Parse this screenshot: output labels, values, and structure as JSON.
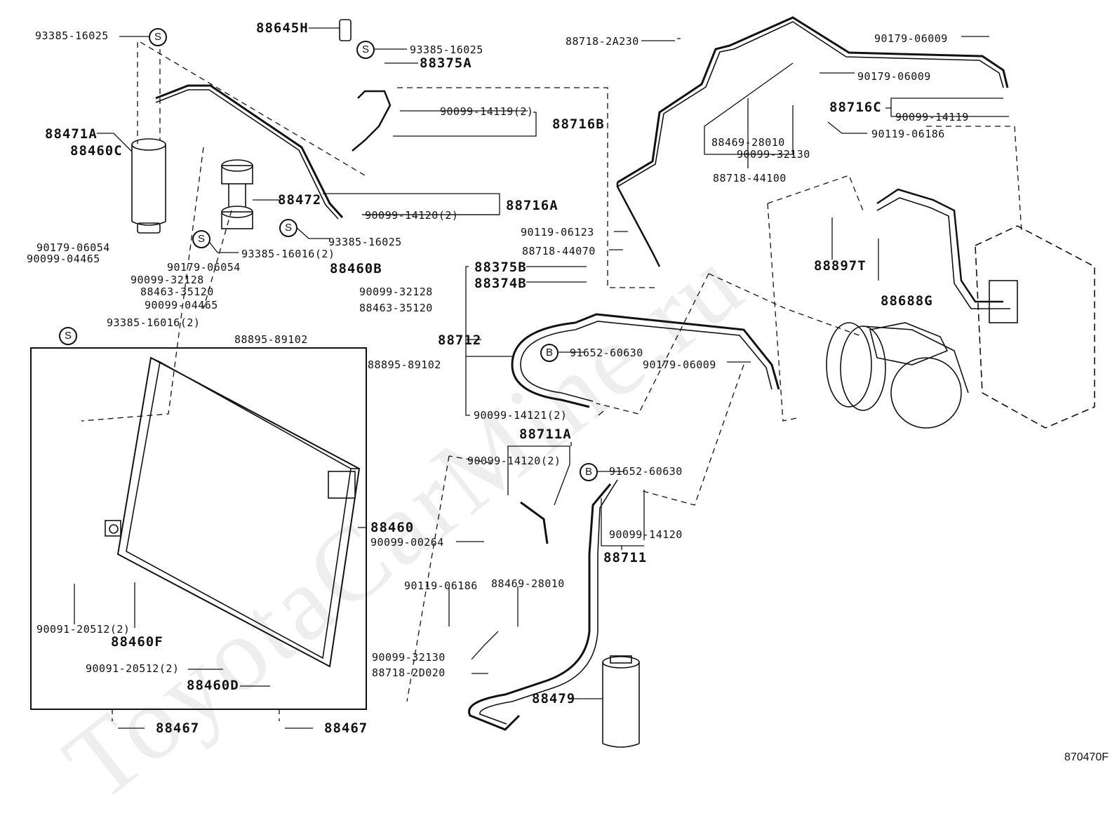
{
  "diagram": {
    "title": "Air conditioner - condenser, piping and compressor parts diagram",
    "watermark": "ToyotaCarMine.ru",
    "reference_code": "870470F",
    "symbols": {
      "S": "S",
      "B": "B"
    },
    "labels": [
      {
        "id": "l1",
        "text": "93385-16025"
      },
      {
        "id": "l2",
        "text": "88645H"
      },
      {
        "id": "l3",
        "text": "93385-16025"
      },
      {
        "id": "l4",
        "text": "88375A"
      },
      {
        "id": "l5",
        "text": "90099-14119(2)"
      },
      {
        "id": "l6",
        "text": "88716B"
      },
      {
        "id": "l7",
        "text": "88471A"
      },
      {
        "id": "l8",
        "text": "88460C"
      },
      {
        "id": "l9",
        "text": "88472"
      },
      {
        "id": "l10",
        "text": "90099-14120(2)"
      },
      {
        "id": "l11",
        "text": "88716A"
      },
      {
        "id": "l12",
        "text": "93385-16025"
      },
      {
        "id": "l13",
        "text": "93385-16016(2)"
      },
      {
        "id": "l14",
        "text": "90179-06054"
      },
      {
        "id": "l15",
        "text": "90099-04465"
      },
      {
        "id": "l16",
        "text": "90179-06054"
      },
      {
        "id": "l17",
        "text": "88460B"
      },
      {
        "id": "l18",
        "text": "90099-32128"
      },
      {
        "id": "l19",
        "text": "88463-35120"
      },
      {
        "id": "l20",
        "text": "90099-04465"
      },
      {
        "id": "l21",
        "text": "90099-32128"
      },
      {
        "id": "l22",
        "text": "88463-35120"
      },
      {
        "id": "l23",
        "text": "93385-16016(2)"
      },
      {
        "id": "l24",
        "text": "88895-89102"
      },
      {
        "id": "l25",
        "text": "88895-89102"
      },
      {
        "id": "l26",
        "text": "88718-2A230"
      },
      {
        "id": "l27",
        "text": "90179-06009"
      },
      {
        "id": "l28",
        "text": "90179-06009"
      },
      {
        "id": "l29",
        "text": "88716C"
      },
      {
        "id": "l30",
        "text": "90099-14119"
      },
      {
        "id": "l31",
        "text": "88469-28010"
      },
      {
        "id": "l32",
        "text": "90099-32130"
      },
      {
        "id": "l33",
        "text": "90119-06186"
      },
      {
        "id": "l34",
        "text": "88718-44100"
      },
      {
        "id": "l35",
        "text": "90119-06123"
      },
      {
        "id": "l36",
        "text": "88718-44070"
      },
      {
        "id": "l37",
        "text": "88375B"
      },
      {
        "id": "l38",
        "text": "88374B"
      },
      {
        "id": "l39",
        "text": "88712"
      },
      {
        "id": "l40",
        "text": "91652-60630"
      },
      {
        "id": "l41",
        "text": "90179-06009"
      },
      {
        "id": "l42",
        "text": "90099-14121(2)"
      },
      {
        "id": "l43",
        "text": "88897T"
      },
      {
        "id": "l44",
        "text": "88688G"
      },
      {
        "id": "l45",
        "text": "88711A"
      },
      {
        "id": "l46",
        "text": "90099-14120(2)"
      },
      {
        "id": "l47",
        "text": "91652-60630"
      },
      {
        "id": "l48",
        "text": "90099-14120"
      },
      {
        "id": "l49",
        "text": "88711"
      },
      {
        "id": "l50",
        "text": "88460"
      },
      {
        "id": "l51",
        "text": "90099-00264"
      },
      {
        "id": "l52",
        "text": "90119-06186"
      },
      {
        "id": "l53",
        "text": "88469-28010"
      },
      {
        "id": "l54",
        "text": "90099-32130"
      },
      {
        "id": "l55",
        "text": "88718-2D020"
      },
      {
        "id": "l56",
        "text": "88479"
      },
      {
        "id": "l57",
        "text": "90091-20512(2)"
      },
      {
        "id": "l58",
        "text": "88460F"
      },
      {
        "id": "l59",
        "text": "90091-20512(2)"
      },
      {
        "id": "l60",
        "text": "88460D"
      },
      {
        "id": "l61",
        "text": "88467"
      },
      {
        "id": "l62",
        "text": "88467"
      }
    ]
  }
}
